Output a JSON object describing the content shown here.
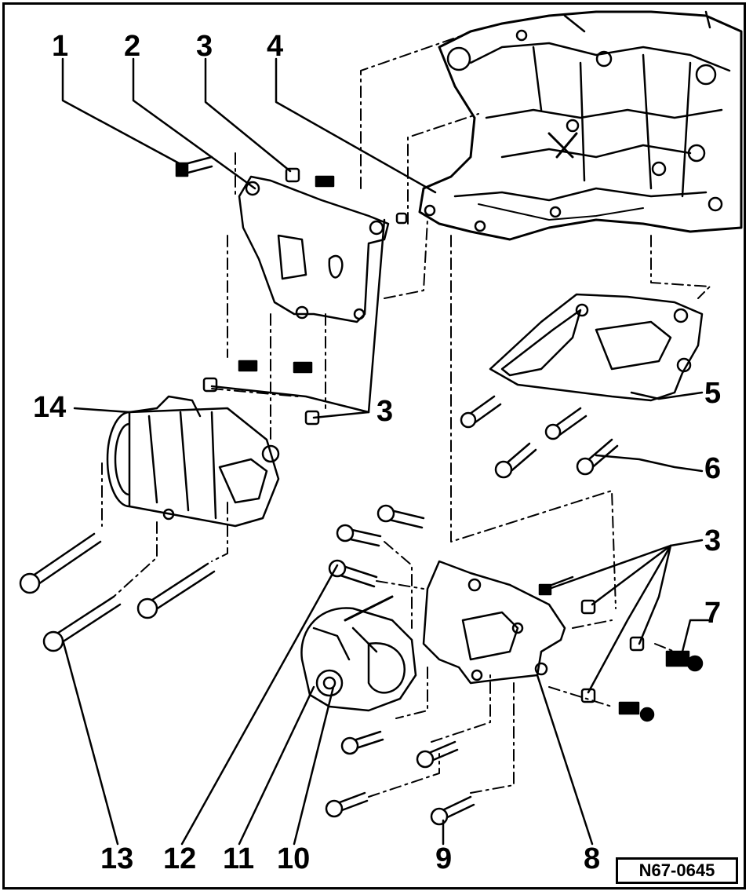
{
  "figure": {
    "reference_code": "N67-0645"
  },
  "callouts": [
    {
      "id": "c1",
      "text": "1"
    },
    {
      "id": "c2",
      "text": "2"
    },
    {
      "id": "c3a",
      "text": "3"
    },
    {
      "id": "c4",
      "text": "4"
    },
    {
      "id": "c14",
      "text": "14"
    },
    {
      "id": "c3b",
      "text": "3"
    },
    {
      "id": "c5",
      "text": "5"
    },
    {
      "id": "c6",
      "text": "6"
    },
    {
      "id": "c3c",
      "text": "3"
    },
    {
      "id": "c7",
      "text": "7"
    },
    {
      "id": "c13",
      "text": "13"
    },
    {
      "id": "c12",
      "text": "12"
    },
    {
      "id": "c11",
      "text": "11"
    },
    {
      "id": "c10",
      "text": "10"
    },
    {
      "id": "c9",
      "text": "9"
    },
    {
      "id": "c8",
      "text": "8"
    }
  ]
}
